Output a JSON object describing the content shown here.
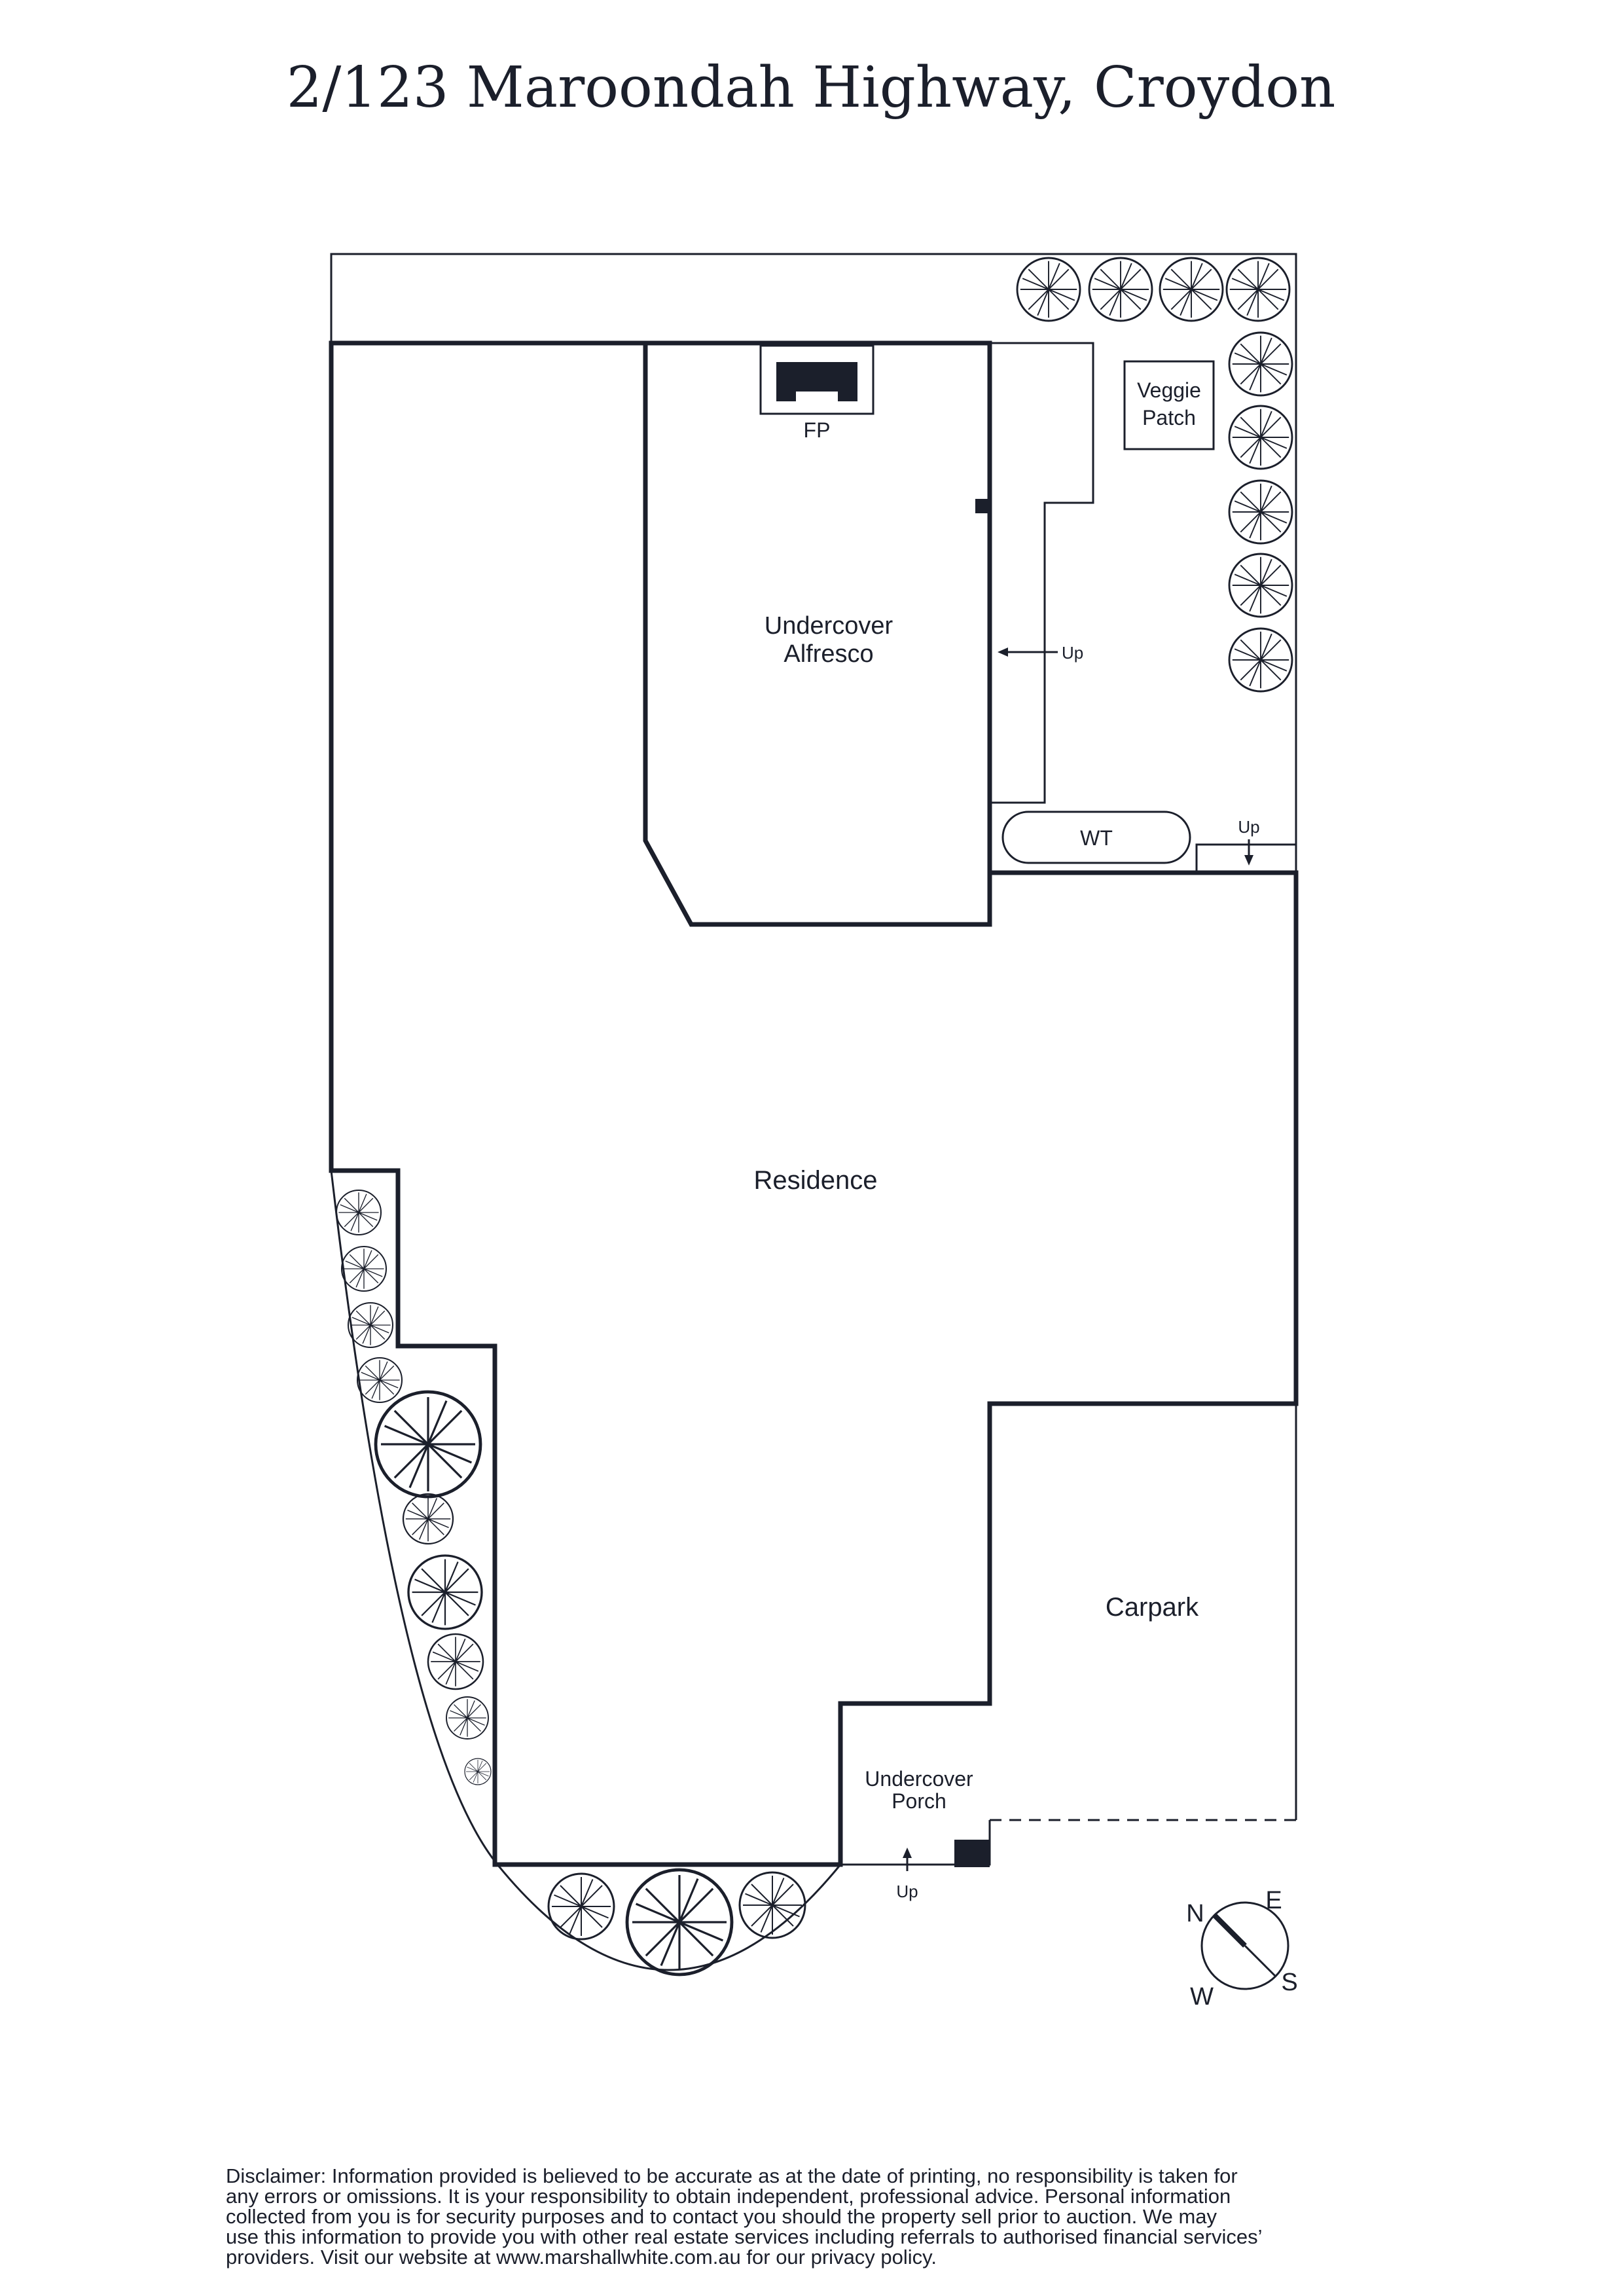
{
  "title": "2/123 Maroondah Highway, Croydon",
  "rooms": {
    "fp": "FP",
    "alfresco_line1": "Undercover",
    "alfresco_line2": "Alfresco",
    "veggie_line1": "Veggie",
    "veggie_line2": "Patch",
    "wt": "WT",
    "residence": "Residence",
    "carpark": "Carpark",
    "porch_line1": "Undercover",
    "porch_line2": "Porch"
  },
  "stairs": {
    "up_1": "Up",
    "up_2": "Up",
    "up_3": "Up"
  },
  "compass": {
    "n": "N",
    "e": "E",
    "s": "S",
    "w": "W"
  },
  "disclaimer_lines": [
    "Disclaimer: Information provided is believed to be accurate as at the date of printing, no responsibility is taken for",
    "any errors or omissions. It is your responsibility to obtain independent, professional advice. Personal information",
    "collected from you is for security purposes and to contact you should the property sell prior to auction. We may",
    "use this information to provide you with other real estate services including referrals to authorised financial services’",
    "providers. Visit our website at www.marshallwhite.com.au for our privacy policy."
  ],
  "colors": {
    "ink": "#1b1f2b",
    "line": "#1b1f2b",
    "background": "#ffffff"
  }
}
